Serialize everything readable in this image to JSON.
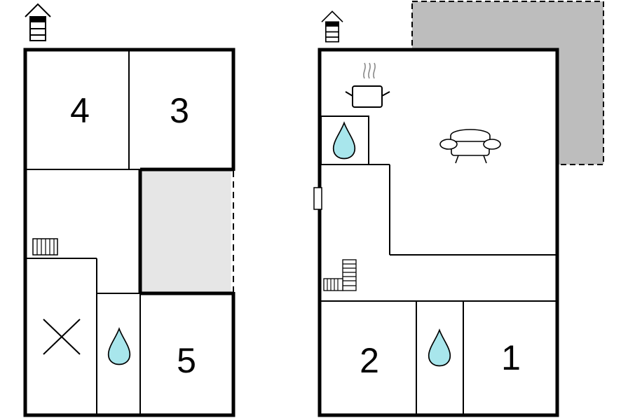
{
  "colors": {
    "wall": "#000000",
    "terrace": "#bdbdbd",
    "balcony": "#e6e6e6",
    "water": "#a8e6ec"
  },
  "left_floor": {
    "rooms": [
      {
        "label": "4"
      },
      {
        "label": "3"
      },
      {
        "label": "5"
      }
    ],
    "icons": [
      "entrance-icon",
      "radiator-icon",
      "no-access-icon",
      "water-drop-icon"
    ]
  },
  "right_floor": {
    "rooms": [
      {
        "label": "2"
      },
      {
        "label": "1"
      }
    ],
    "icons": [
      "entrance-icon",
      "cooking-pot-icon",
      "sofa-icon",
      "water-drop-icon",
      "window-icon",
      "staircase-icon",
      "radiator-icon"
    ]
  }
}
